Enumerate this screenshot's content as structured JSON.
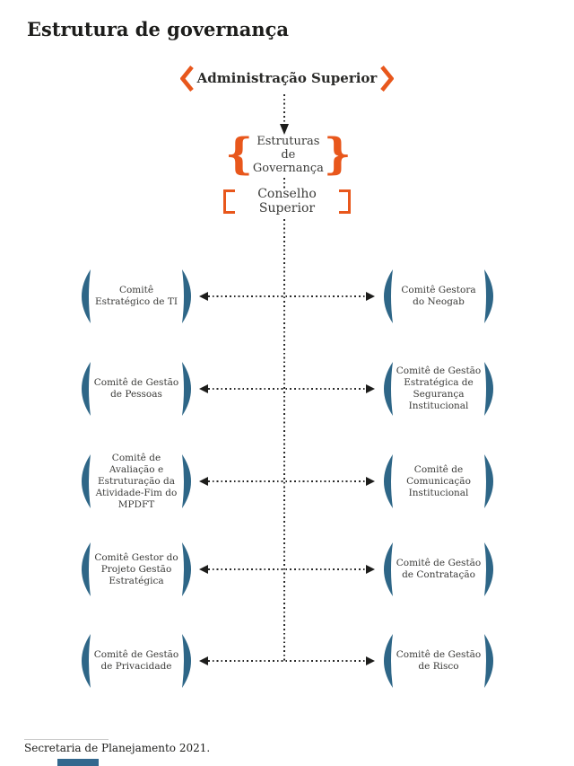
{
  "title": "Estrutura de governança",
  "hierarchy": {
    "top_label": "Administração Superior",
    "structures_label": "Estruturas de Governança",
    "council_label": "Conselho Superior"
  },
  "committees": {
    "left": [
      "Comitê Estratégico de TI",
      "Comitê de Gestão de Pessoas",
      "Comitê de Avaliação e Estruturação da Atividade-Fim do MPDFT",
      "Comitê Gestor do Projeto Gestão Estratégica",
      "Comitê de Gestão de Privacidade"
    ],
    "right": [
      "Comitê Gestora do Neogab",
      "Comitê de Gestão Estratégica de Segurança Institucional",
      "Comitê de Comunicação Institucional",
      "Comitê de Gestão de Contratação",
      "Comitê de Gestão de Risco"
    ]
  },
  "footer": {
    "source": "Secretaria de Planejamento 2021."
  },
  "icons": {
    "brace_left": "{",
    "brace_right": "}",
    "chevron_left": "‹",
    "chevron_right": "›",
    "paren_left": "(",
    "paren_right": ")"
  },
  "colors": {
    "accent_orange": "#E8571C",
    "paren_blue": "#2E6687",
    "text_dark": "#1D1D1B",
    "dotted_line": "#2B2B2B"
  }
}
